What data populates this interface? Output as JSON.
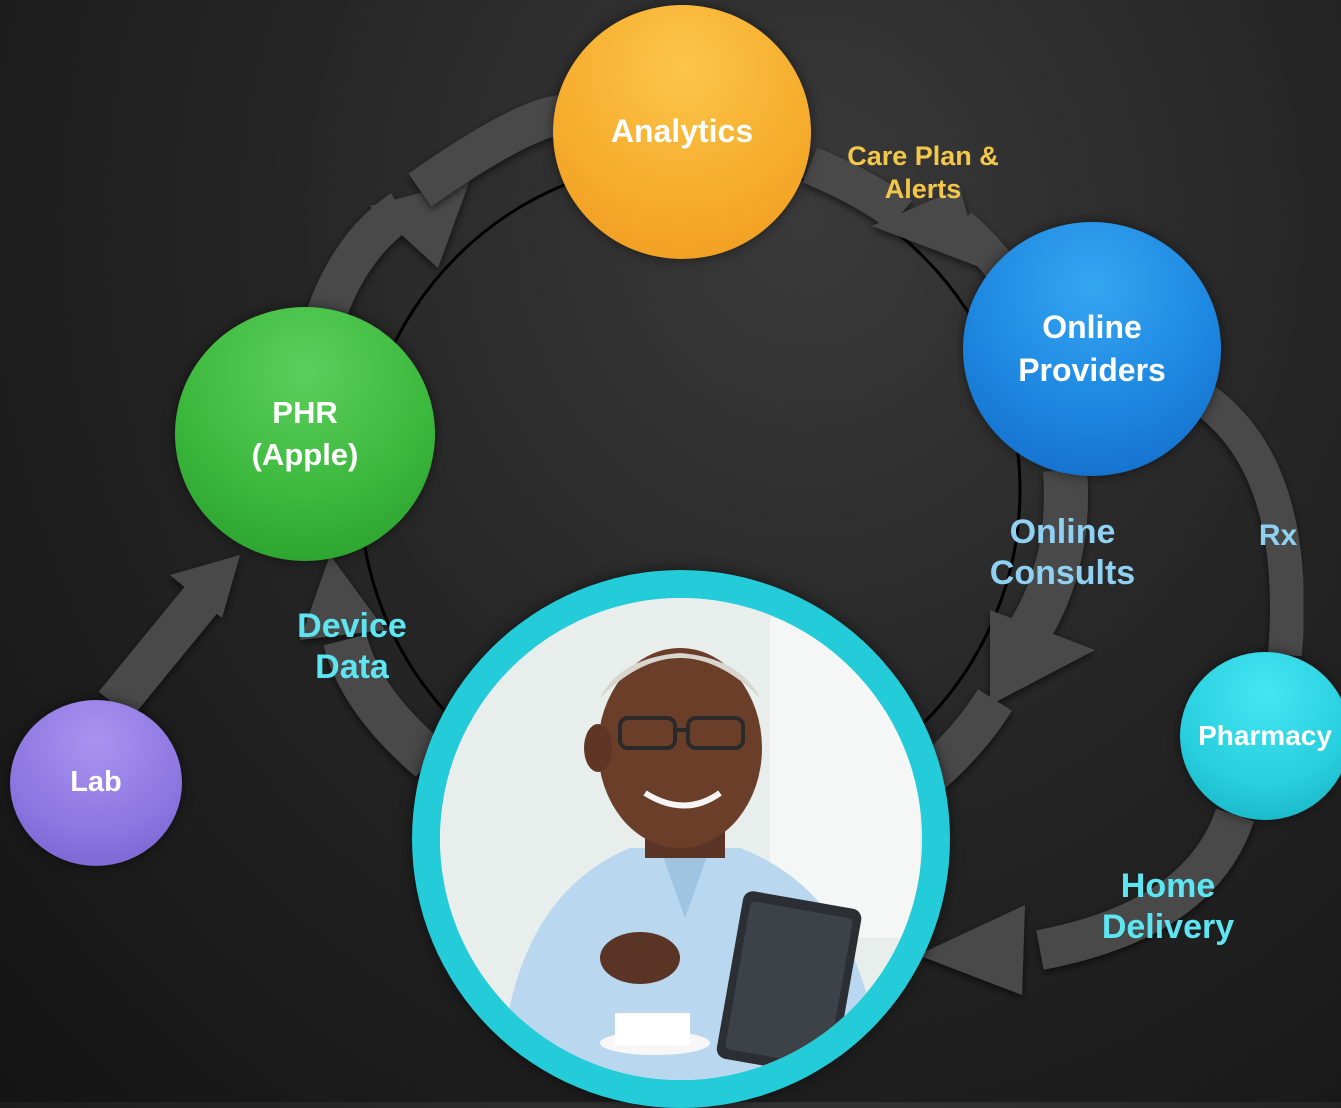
{
  "nodes": {
    "analytics": "Analytics",
    "online_providers": "Online\nProviders",
    "phr": "PHR\n(Apple)",
    "lab": "Lab",
    "pharmacy": "Pharmacy"
  },
  "flow_labels": {
    "care_plan": "Care Plan &\nAlerts",
    "online_consults": "Online\nConsults",
    "rx": "Rx",
    "device_data": "Device\nData",
    "home_delivery": "Home\nDelivery"
  },
  "colors": {
    "analytics": "#f6ad2d",
    "online_providers": "#1d86e0",
    "phr": "#3cb83c",
    "lab": "#8c76e0",
    "pharmacy": "#27cedd",
    "patient_ring": "#24cbd8",
    "arrow": "#4a4a4a",
    "care_plan_text": "#f4c74a",
    "blue_text": "#8fd1f3",
    "cyan_text": "#5de6f2"
  },
  "patient": {
    "icon": "patient-with-tablet-photo"
  }
}
